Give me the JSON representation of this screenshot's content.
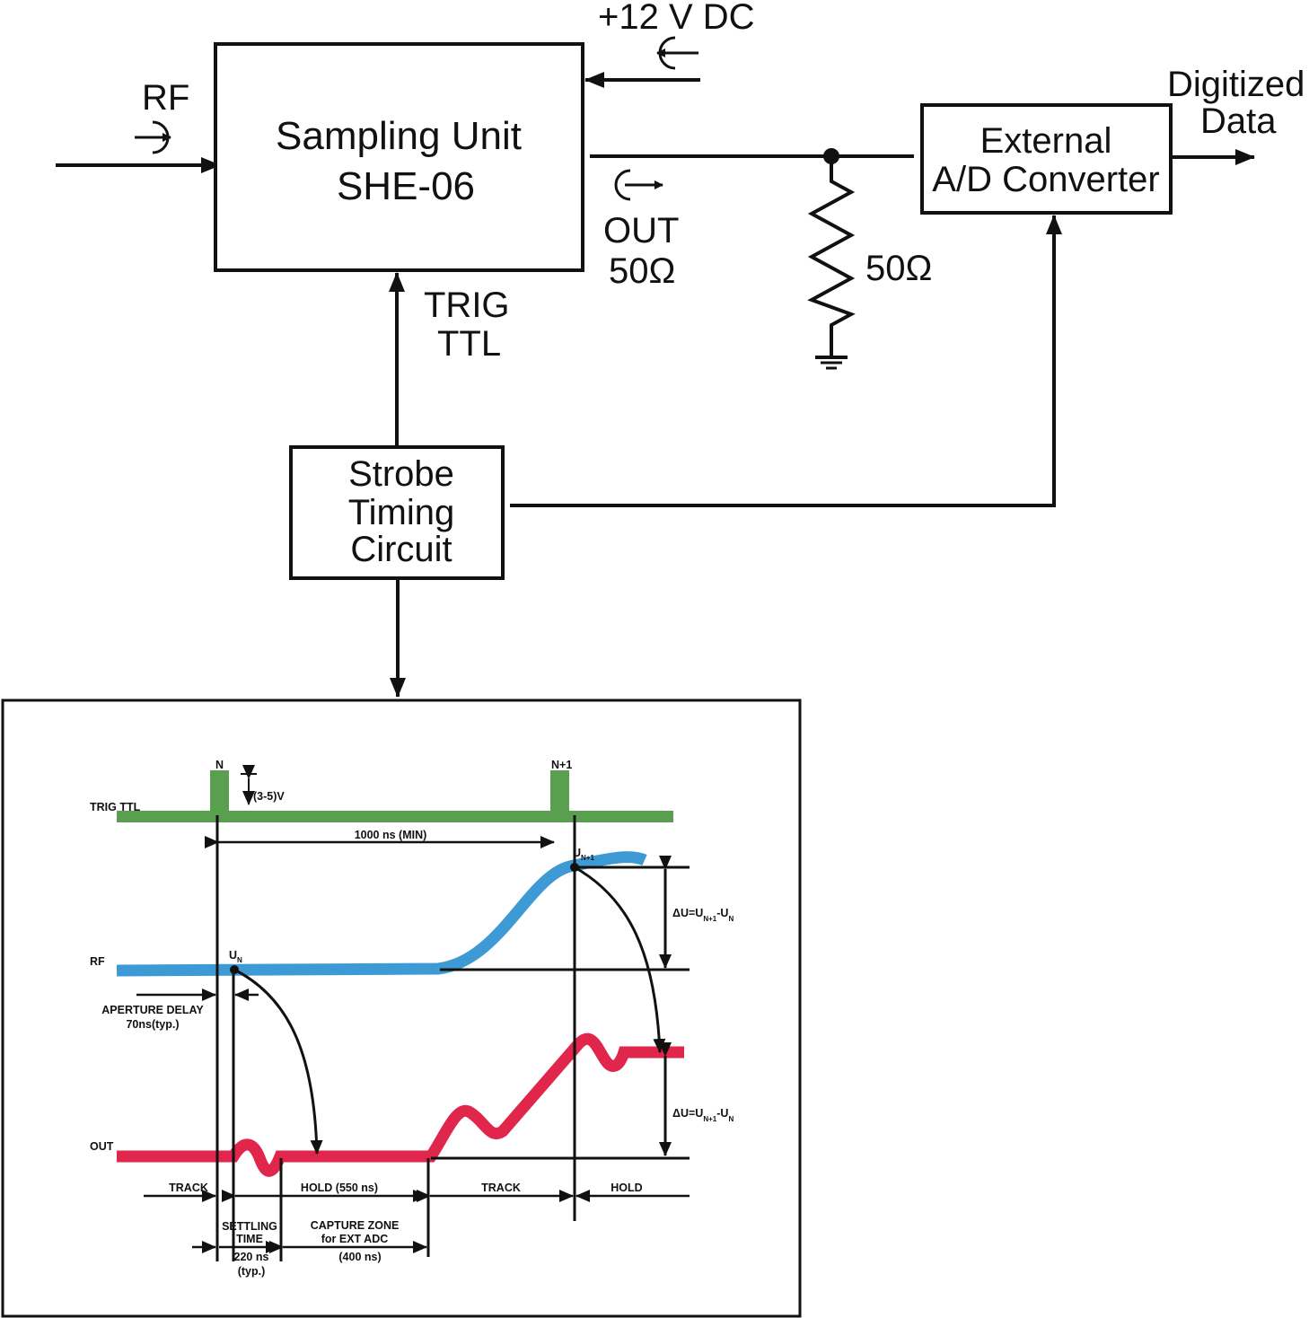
{
  "block_diagram": {
    "rf_label": "RF",
    "sampling_unit": {
      "line1": "Sampling Unit",
      "line2": "SHE-06"
    },
    "power_label": "+12 V DC",
    "out_label": "OUT",
    "out_impedance": "50Ω",
    "resistor_label": "50Ω",
    "adc": {
      "line1": "External",
      "line2": "A/D Converter"
    },
    "digitized": {
      "line1": "Digitized",
      "line2": "Data"
    },
    "trig": {
      "line1": "TRIG",
      "line2": "TTL"
    },
    "strobe": {
      "line1": "Strobe",
      "line2": "Timing",
      "line3": "Circuit"
    }
  },
  "timing_diagram": {
    "trig_ttl_label": "TRIG TTL",
    "rf_label": "RF",
    "out_label": "OUT",
    "pulse_n": "N",
    "pulse_n1": "N+1",
    "amplitude": "(3-5)V",
    "period": "1000 ns (MIN)",
    "u_n": {
      "base": "U",
      "sub": "N"
    },
    "u_n1": {
      "base": "U",
      "sub": "N+1"
    },
    "delta_u": "ΔU=U",
    "delta_sub1": "N+1",
    "delta_mid": "-U",
    "delta_sub2": "N",
    "aperture_delay": "APERTURE DELAY",
    "aperture_value": "70ns(typ.)",
    "track1": "TRACK",
    "hold1": "HOLD (550 ns)",
    "track2": "TRACK",
    "hold2": "HOLD",
    "settling": {
      "line1": "SETTLING",
      "line2": "TIME",
      "line3": "220 ns",
      "line4": "(typ.)"
    },
    "capture": {
      "line1": "CAPTURE ZONE",
      "line2": "for EXT ADC",
      "line3": "(400 ns)"
    },
    "colors": {
      "trig": "#5a9e4f",
      "rf": "#3d9ad4",
      "out": "#e0264b"
    }
  }
}
